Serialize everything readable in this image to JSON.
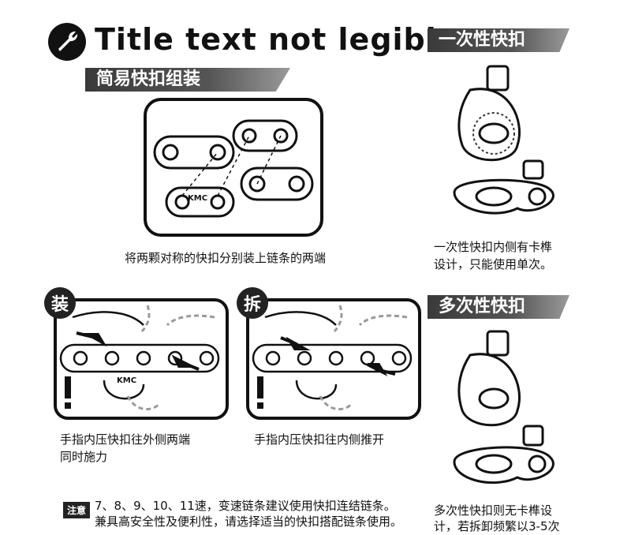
{
  "main": {
    "title": "Title text not legible",
    "section_easy": "简易快扣组装",
    "caption_top": "将两颗对称的快扣分别装上链条的两端",
    "badge_install": "装",
    "badge_remove": "拆",
    "caption_left_l1": "手指内压快扣往外侧两端",
    "caption_left_l2": "同时施力",
    "caption_right": "手指内压快扣往内侧推开",
    "note_badge": "注意",
    "note_l1": "7、8、9、10、11速，变速链条建议使用快扣连结链条。",
    "note_l2": "兼具高安全性及便利性，请选择适当的快扣搭配链条使用。",
    "kmc_label": "KMC"
  },
  "side": {
    "section_single": "一次性快扣",
    "single_l1": "一次性快扣内侧有卡榫",
    "single_l2": "设计，只能使用单次。",
    "section_multi": "多次性快扣",
    "multi_l1": "多次性快扣则无卡榫设",
    "multi_l2": "计，若拆卸频繁以3-5次"
  },
  "icons": [
    "wrench-icon",
    "warning-icon",
    "arrow-icon"
  ]
}
